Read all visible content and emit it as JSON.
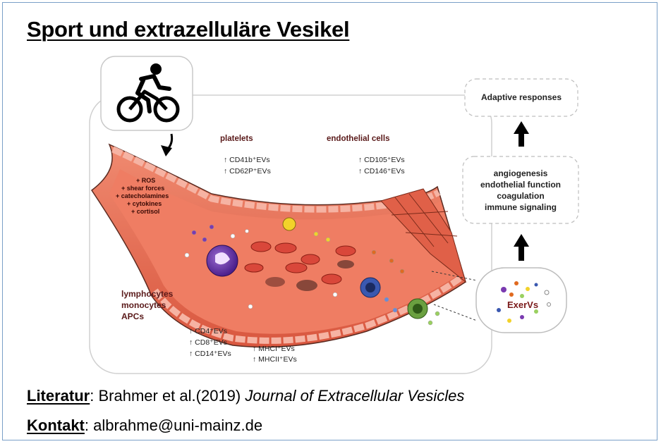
{
  "title": "Sport und extrazelluläre Vesikel",
  "labels": {
    "platelets": "platelets",
    "endothelial": "endothelial cells",
    "plt_markers": [
      "↑ CD41b⁺EVs",
      "↑ CD62P⁺EVs"
    ],
    "endo_markers": [
      "↑ CD105⁺EVs",
      "↑ CD146⁺EVs"
    ],
    "stress": [
      "+ ROS",
      "+ shear forces",
      "+ catecholamines",
      "+ cytokines",
      "+ cortisol"
    ],
    "immune_cells": [
      "lymphocytes",
      "monocytes",
      "APCs"
    ],
    "lymph_markers": [
      "↑ CD4⁺EVs",
      "↑ CD8⁺EVs",
      "↑ CD14⁺EVs"
    ],
    "mhc_markers": [
      "↑ MHCI⁺EVs",
      "↑ MHCII⁺EVs"
    ],
    "adaptive": "Adaptive responses",
    "functions": [
      "angiogenesis",
      "endothelial function",
      "coagulation",
      "immune signaling"
    ],
    "exervs": "ExerVs"
  },
  "footer": {
    "lit_label": "Literatur",
    "lit_text": ": Brahmer et al.(2019) ",
    "lit_journal": "Journal of Extracellular Vesicles",
    "contact_label": "Kontakt",
    "contact_text": ": albrahme@uni-mainz.de"
  },
  "colors": {
    "vessel": "#e8735a",
    "endothelium": "#f29a86",
    "rbc": "#d9473a",
    "label_dark": "#5a1a1a"
  },
  "icons": {
    "cyclist": "cyclist-icon",
    "arrow": "curved-arrow-icon"
  }
}
